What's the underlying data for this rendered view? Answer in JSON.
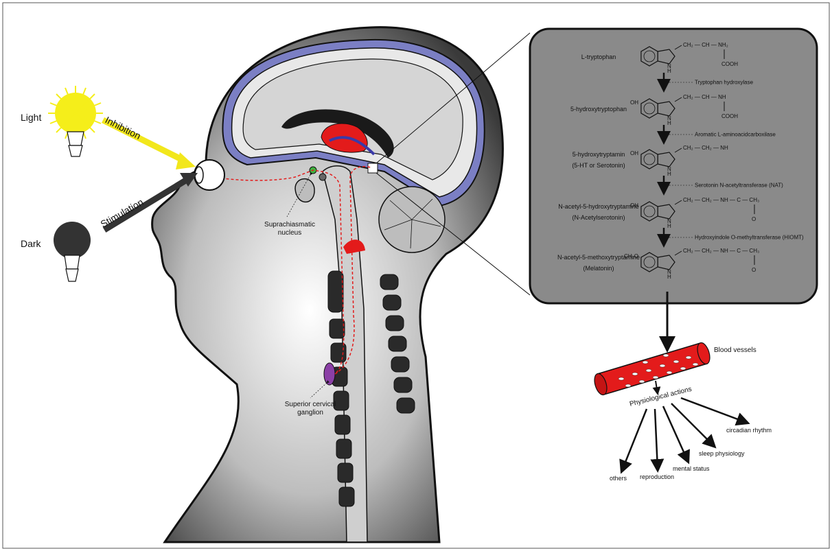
{
  "figure": {
    "light": {
      "label": "Light",
      "arrow_label": "Inhibition"
    },
    "dark": {
      "label": "Dark",
      "arrow_label": "Stimulation"
    },
    "scn_label": [
      "Suprachiasmatic",
      "nucleus"
    ],
    "scg_label": [
      "Superior cervical",
      "ganglion"
    ],
    "pathway": {
      "compounds": [
        {
          "name": [
            "L-tryptophan"
          ],
          "substituent": "",
          "chain": "CH₂ — CH — NH₂",
          "sub2": "COOH"
        },
        {
          "name": [
            "5-hydroxytryptophan"
          ],
          "substituent": "OH",
          "chain": "CH₂ — CH — NH",
          "sub2": "COOH"
        },
        {
          "name": [
            "5-hydroxytryptamin",
            "(5-HT or Serotonin)"
          ],
          "substituent": "OH",
          "chain": "CH₂ — CH₂ — NH",
          "sub2": ""
        },
        {
          "name": [
            "N-acetyl-5-hydroxytryptamine",
            "(N-Acetylserotonin)"
          ],
          "substituent": "OH",
          "chain": "CH₂ — CH₂ — NH — C — CH₃",
          "sub2": "O"
        },
        {
          "name": [
            "N-acetyl-5-methoxytryptamine",
            "(Melatonin)"
          ],
          "substituent": "CH₃O",
          "chain": "CH₂ — CH₂ — NH — C — CH₃",
          "sub2": "O"
        }
      ],
      "enzymes": [
        "Tryptophan hydroxylase",
        "Aromatic L-aminoacidcarboxilase",
        "Serotonin N-acetyltransferase (NAT)",
        "Hydroxyindole O-methyltransferase (HIOMT)"
      ],
      "ring_atom": "N",
      "ring_h": "H"
    },
    "blood_vessels_label": "Blood vessels",
    "physiological_actions_label": "Physiological actions",
    "actions": [
      "others",
      "reproduction",
      "mental status",
      "sleep physiology",
      "circadian rhythm"
    ],
    "colors": {
      "sun": "#f5ee1a",
      "light_arrow": "#f2e71c",
      "dark": "#333333",
      "red": "#e31b1b",
      "blue_membrane": "#7b7fc4",
      "panel": "#8a8a8a",
      "scn_green": "#3fb23f",
      "scg_purple": "#8b3fa6"
    }
  }
}
